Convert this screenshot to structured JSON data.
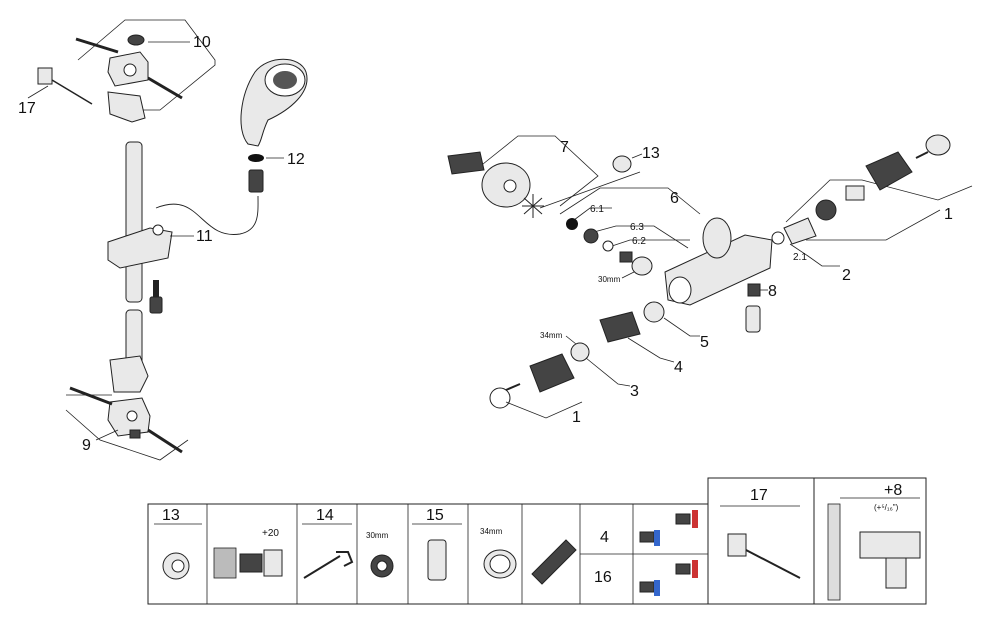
{
  "diagram": {
    "callouts": {
      "c10": "10",
      "c17": "17",
      "c12": "12",
      "c11": "11",
      "c9": "9",
      "c7": "7",
      "c13": "13",
      "c6": "6",
      "c6_1": "6.1",
      "c6_3": "6.3",
      "c6_2": "6.2",
      "c30mm": "30mm",
      "c1_top": "1",
      "c2": "2",
      "c2_1": "2.1",
      "c8": "8",
      "c5": "5",
      "c34mm": "34mm",
      "c4": "4",
      "c3": "3",
      "c1_bottom": "1"
    },
    "legend": {
      "box13": "13",
      "plus20": "+20",
      "box14": "14",
      "size30": "30mm",
      "box15": "15",
      "size34": "34mm",
      "box4": "4",
      "box16": "16",
      "box17": "17",
      "plus8": "+8",
      "plus8_inch": "(+⁵/₁₆\")"
    }
  }
}
